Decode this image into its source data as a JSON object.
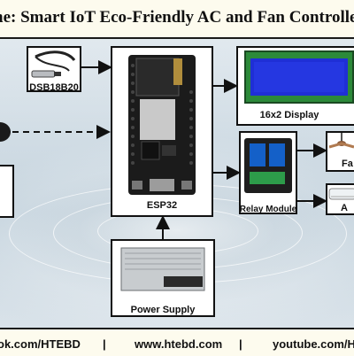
{
  "title": "ne: Smart IoT Eco-Friendly AC and Fan Controller with Google",
  "labels": {
    "sensor": "DSB18B20",
    "mcu": "ESP32",
    "display": "16x2 Display",
    "relay": "Relay Module",
    "fan": "Fa",
    "ac": "A",
    "power": "Power Supply"
  },
  "footer": {
    "left": "ok.com/HTEBD",
    "sep1": "|",
    "middle": "www.htebd.com",
    "sep2": "|",
    "right": "youtube.com/HTE"
  },
  "colors": {
    "banner_bg": "#fdfbee",
    "lcd_green": "#8fd0ff",
    "lcd_blue": "#1f2fd6",
    "relay_blue": "#1460c8",
    "arrow": "#111111"
  }
}
